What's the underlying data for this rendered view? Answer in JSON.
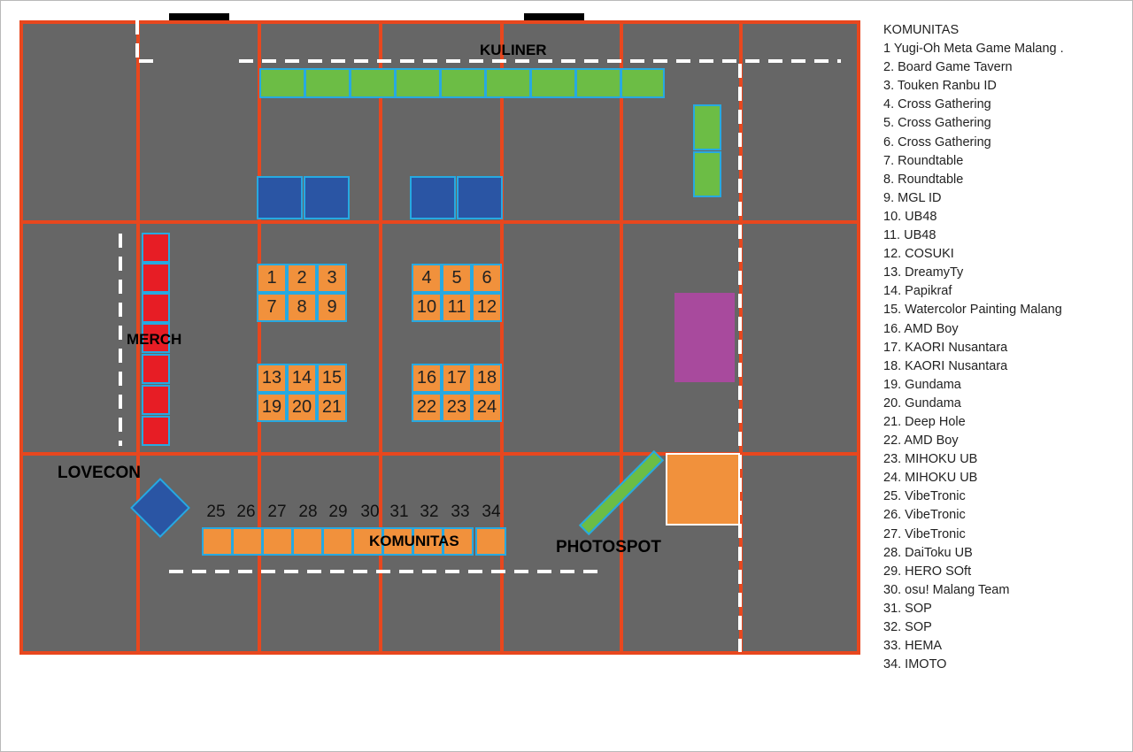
{
  "map": {
    "labels": {
      "kuliner": "KULINER",
      "merch": "MERCH",
      "lovecon": "LOVECON",
      "komunitas": "KOMUNITAS",
      "photospot": "PHOTOSPOT"
    },
    "grid_booths_top": [
      "1",
      "2",
      "3",
      "7",
      "8",
      "9"
    ],
    "grid_booths_top_right": [
      "4",
      "5",
      "6",
      "10",
      "11",
      "12"
    ],
    "grid_booths_bottom_left": [
      "13",
      "14",
      "15",
      "19",
      "20",
      "21"
    ],
    "grid_booths_bottom_right": [
      "16",
      "17",
      "18",
      "22",
      "23",
      "24"
    ],
    "komunitas_row_numbers": [
      "25",
      "26",
      "27",
      "28",
      "29",
      "30",
      "31",
      "32",
      "33",
      "34"
    ],
    "colors": {
      "floor": "#666666",
      "grid_line": "#e8471e",
      "culinary_booth": "#6cbd45",
      "blue_booth": "#2a55a4",
      "merch_booth": "#e71d25",
      "community_booth": "#f1913c",
      "stage": "#a84a9d",
      "booth_outline": "#27a9e1"
    }
  },
  "legend": {
    "title": "KOMUNITAS",
    "items": [
      "1 Yugi-Oh Meta Game Malang .",
      "2. Board Game Tavern",
      "3. Touken Ranbu ID",
      "4. Cross Gathering",
      "5. Cross Gathering",
      "6. Cross Gathering",
      "7. Roundtable",
      "8. Roundtable",
      "9. MGL ID",
      "10. UB48",
      "11. UB48",
      "12. COSUKI",
      "13. DreamyTy",
      "14. Papikraf",
      "15. Watercolor Painting Malang",
      "16. AMD Boy",
      "17. KAORI Nusantara",
      "18. KAORI Nusantara",
      "19. Gundama",
      "20. Gundama",
      "21. Deep Hole",
      "22. AMD Boy",
      "23. MIHOKU UB",
      "24. MIHOKU UB",
      "25. VibeTronic",
      "26. VibeTronic",
      "27. VibeTronic",
      "28. DaiToku UB",
      "29. HERO SOft",
      "30. osu! Malang Team",
      "31. SOP",
      "32. SOP",
      "33. HEMA",
      "34. IMOTO"
    ]
  }
}
